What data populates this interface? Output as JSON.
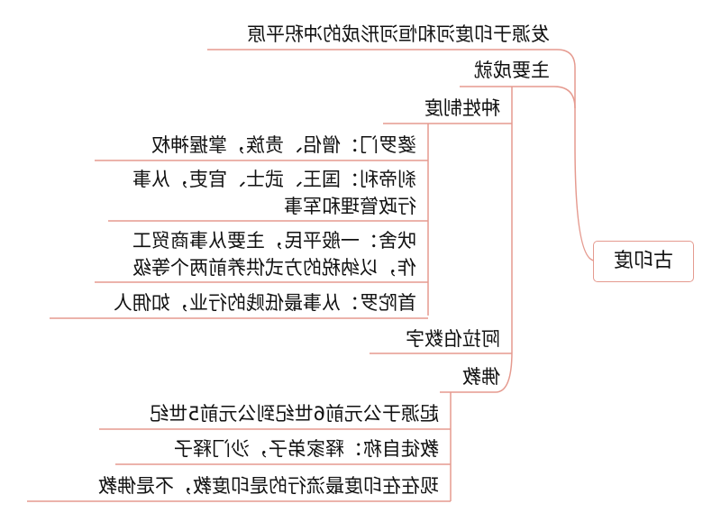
{
  "diagram": {
    "root": "古印度",
    "origin": "发源于印度河和恒河形成的冲积平原",
    "main_title": "主要成就",
    "caste_title": "种姓制度",
    "castes": [
      "婆罗门：僧侣、贵族，掌握神权",
      "刹帝利：国王、武士、官吏，从事行政管理和军事",
      "吠舍：一般平民，主要从事商贸工作，以纳税的方式供养前两个等级",
      "首陀罗：从事最低贱的行业，如佣人"
    ],
    "arabic": "阿拉伯数字",
    "buddhism_title": "佛教",
    "buddhism": [
      "起源于公元前6世纪到公元前5世纪",
      "教徒自称：释家弟子，沙门释子",
      "现在在印度最流行的是印度教，不是佛教"
    ],
    "colors": {
      "line": "#e59a8f",
      "text": "#111111"
    }
  }
}
